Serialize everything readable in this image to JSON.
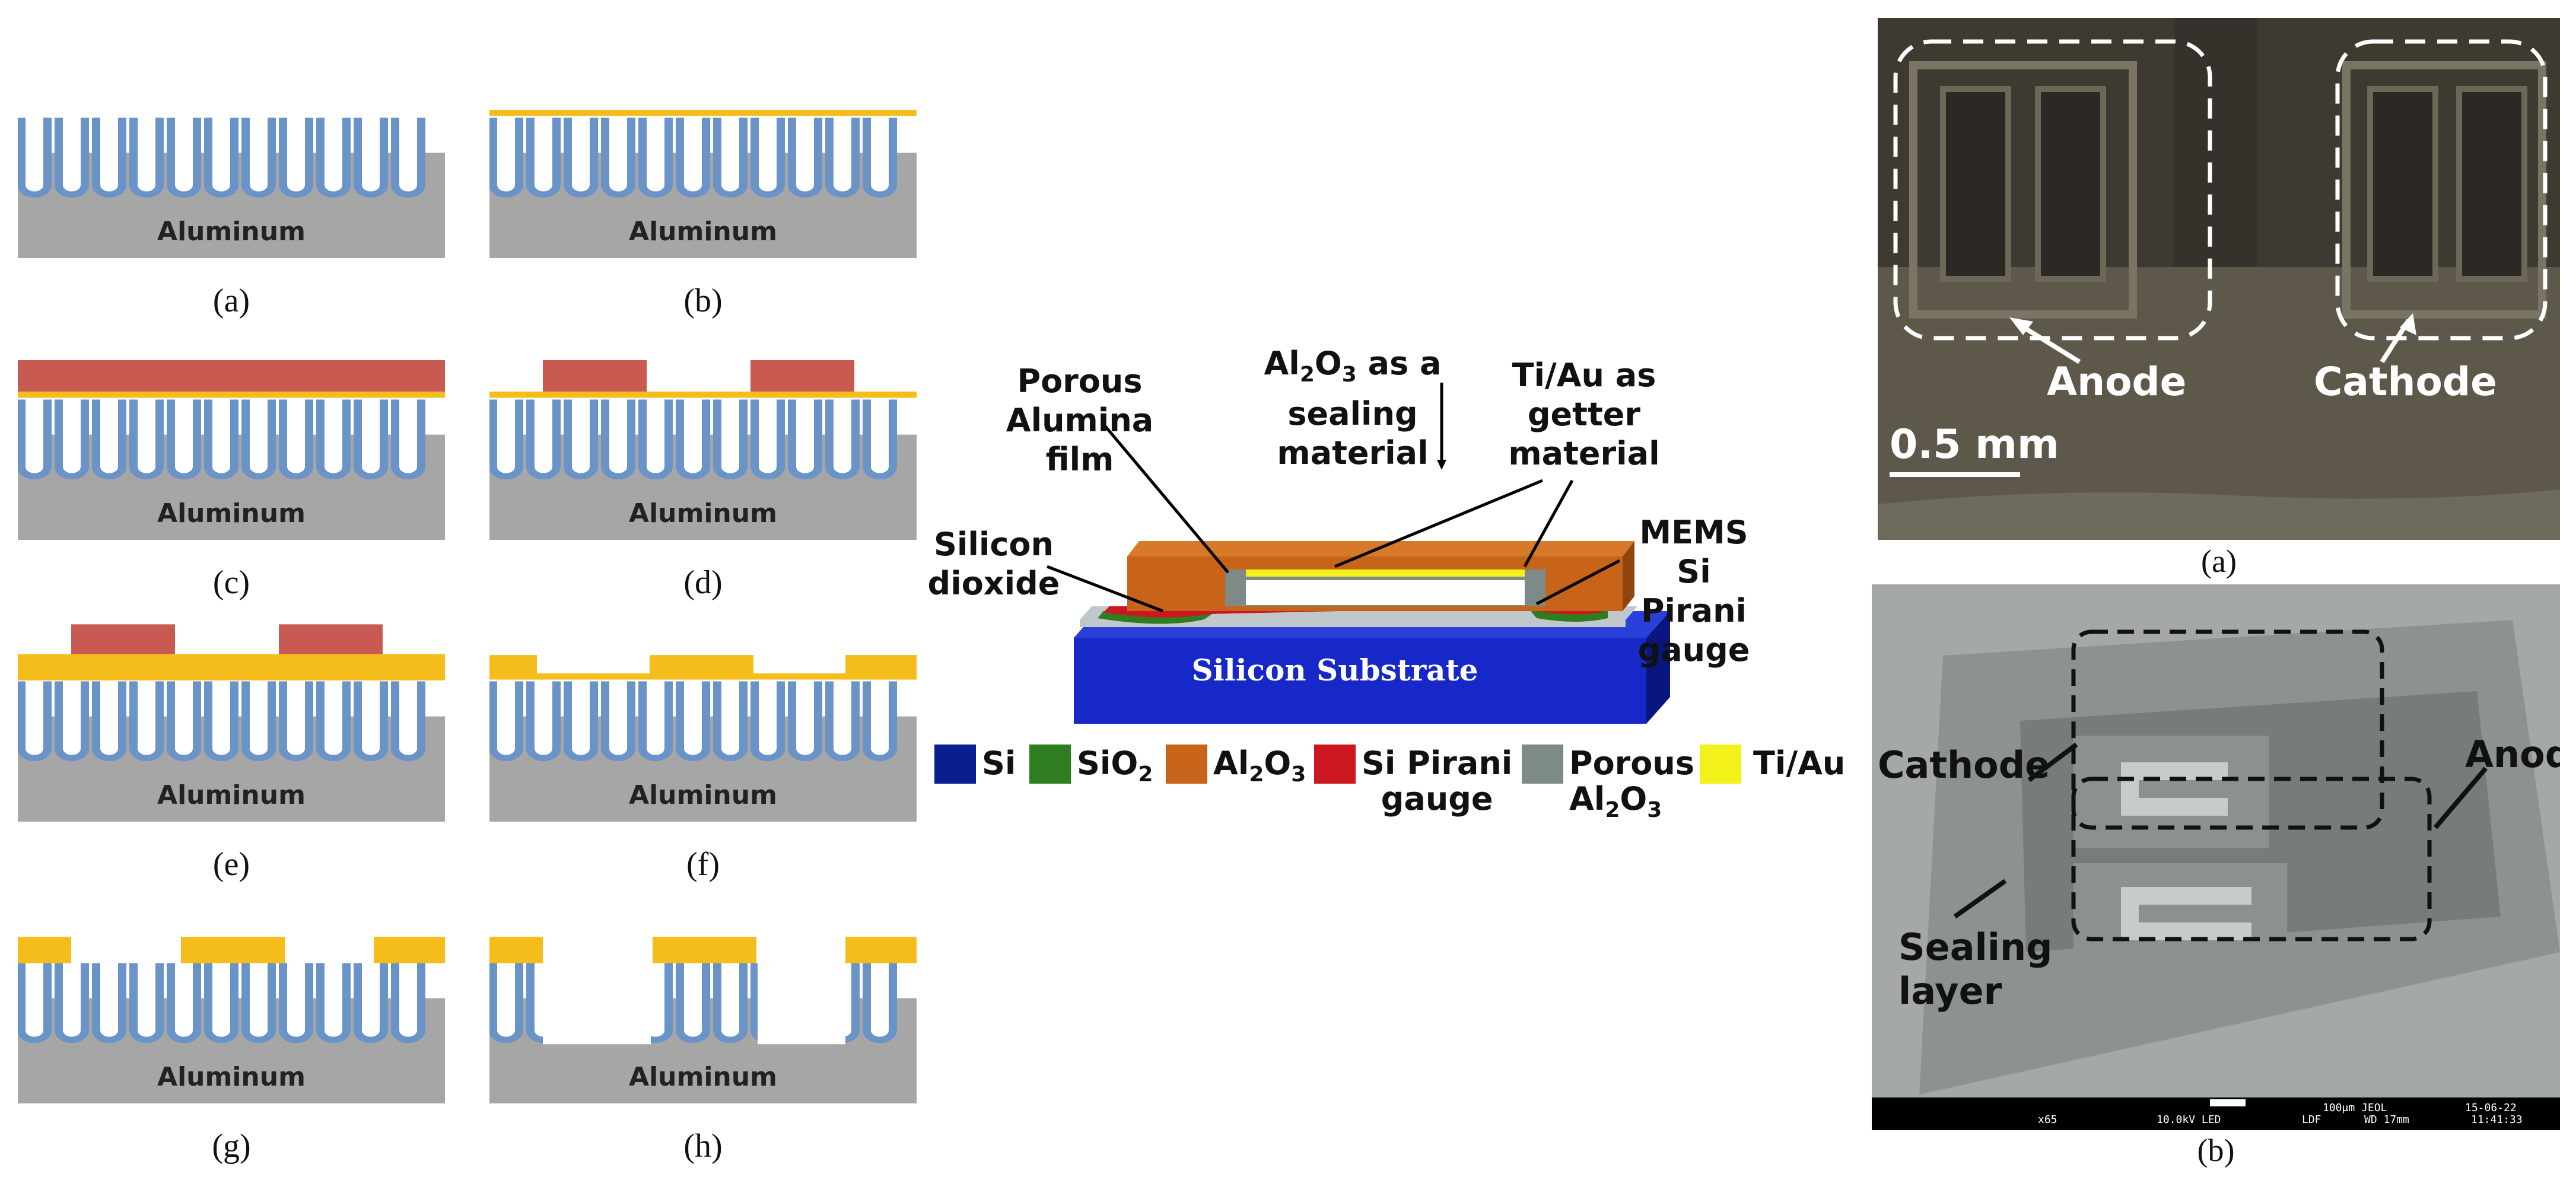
{
  "left_panels": {
    "substrate_label": "Aluminum",
    "captions": [
      "(a)",
      "(b)",
      "(c)",
      "(d)",
      "(e)",
      "(f)",
      "(g)",
      "(h)"
    ]
  },
  "center": {
    "labels": {
      "porous_alumina": [
        "Porous",
        "Alumina",
        "film"
      ],
      "al2o3_seal": [
        "Al2O3 as a",
        "sealing",
        "material"
      ],
      "tiau_getter": [
        "Ti/Au as",
        "getter",
        "material"
      ],
      "silicon_dioxide": [
        "Silicon",
        "dioxide"
      ],
      "mems_gauge": [
        "MEMS Si",
        "Pirani",
        "gauge"
      ],
      "substrate": "Silicon Substrate"
    },
    "legend": [
      {
        "label": "Si",
        "color": "#0a1f8f"
      },
      {
        "label": "SiO2",
        "color": "#2e7d1e"
      },
      {
        "label": "Al2O3",
        "color": "#c8641a"
      },
      {
        "label": "Si Pirani gauge",
        "color": "#cc1620"
      },
      {
        "label": "Porous Al2O3",
        "color": "#7d8a88"
      },
      {
        "label": "Ti/Au",
        "color": "#f2f21a"
      }
    ]
  },
  "photo_a": {
    "anode": "Anode",
    "cathode": "Cathode",
    "scale": "0.5 mm",
    "caption": "(a)"
  },
  "photo_b": {
    "cathode": "Cathode",
    "anode": "Anode",
    "sealing": [
      "Sealing",
      "layer"
    ],
    "sem_bar": [
      "x65",
      "10.0kV LED",
      "LDF",
      "WD 17mm",
      "100μm JEOL",
      "15-06-22",
      "11:41:33"
    ],
    "caption": "(b)"
  },
  "colors": {
    "aluminum": "#a6a6a6",
    "pore_wall": "#6a93c8",
    "gold_layer": "#f5bd1b",
    "photoresist": "#c95a52"
  }
}
